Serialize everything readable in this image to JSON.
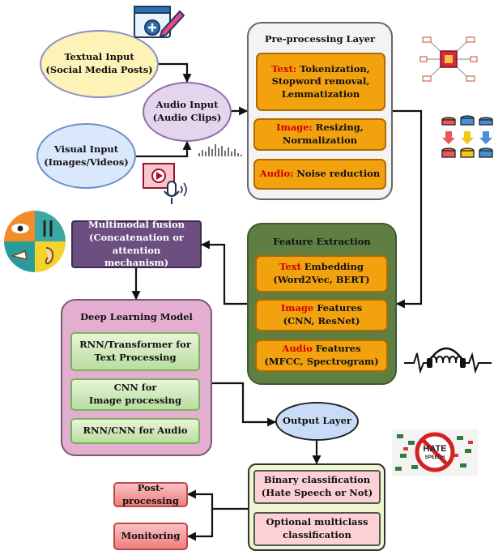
{
  "inputs": {
    "textual": {
      "line1": "Textual Input",
      "line2": "(Social Media Posts)"
    },
    "audio": {
      "line1": "Audio Input",
      "line2": "(Audio Clips)"
    },
    "visual": {
      "line1": "Visual Input",
      "line2": "(Images/Videos)"
    }
  },
  "preprocessing": {
    "title": "Pre-processing Layer",
    "text": {
      "key": "Text:",
      "line1": " Tokenization,",
      "line2": "Stopword removal,",
      "line3": "Lemmatization"
    },
    "image": {
      "key": "Image:",
      "line1": " Resizing,",
      "line2": "Normalization"
    },
    "audio": {
      "key": "Audio:",
      "line1": " Noise reduction"
    }
  },
  "feature_extraction": {
    "title": "Feature Extraction",
    "text": {
      "key": "Text",
      "line1": " Embedding",
      "line2": "(Word2Vec, BERT)"
    },
    "image": {
      "key": "Image",
      "line1": " Features",
      "line2": "(CNN, ResNet)"
    },
    "audio": {
      "key": "Audio",
      "line1": " Features",
      "line2": "(MFCC, Spectrogram)"
    }
  },
  "fusion": {
    "line1": "Multimodal fusion",
    "line2": "(Concatenation or attention",
    "line3": "mechanism)"
  },
  "deep_learning": {
    "title": "Deep Learning Model",
    "rnn": {
      "line1": "RNN/Transformer for",
      "line2": "Text Processing"
    },
    "cnn": {
      "line1": "CNN for",
      "line2": "Image processing"
    },
    "audio": {
      "line1": "RNN/CNN for Audio"
    }
  },
  "output_layer": {
    "label": "Output Layer"
  },
  "classification": {
    "binary": {
      "line1": "Binary classification",
      "line2": "(Hate Speech or Not)"
    },
    "multiclass": {
      "line1": "Optional multiclass",
      "line2": "classification"
    }
  },
  "post": {
    "postprocessing": "Post-processing",
    "monitoring": "Monitoring"
  },
  "hate_speech_sign": {
    "line1": "HATE",
    "line2": "SPEECH"
  },
  "colors": {
    "preprocessing_bg": "#f3f3f3",
    "feature_bg": "#5f7f42",
    "fusion_bg": "#6c4f80",
    "deep_learning_bg": "#e3aed0",
    "classification_bg": "#eef6cf",
    "orange_box": "#f2a20e",
    "key_red": "#d00000"
  }
}
